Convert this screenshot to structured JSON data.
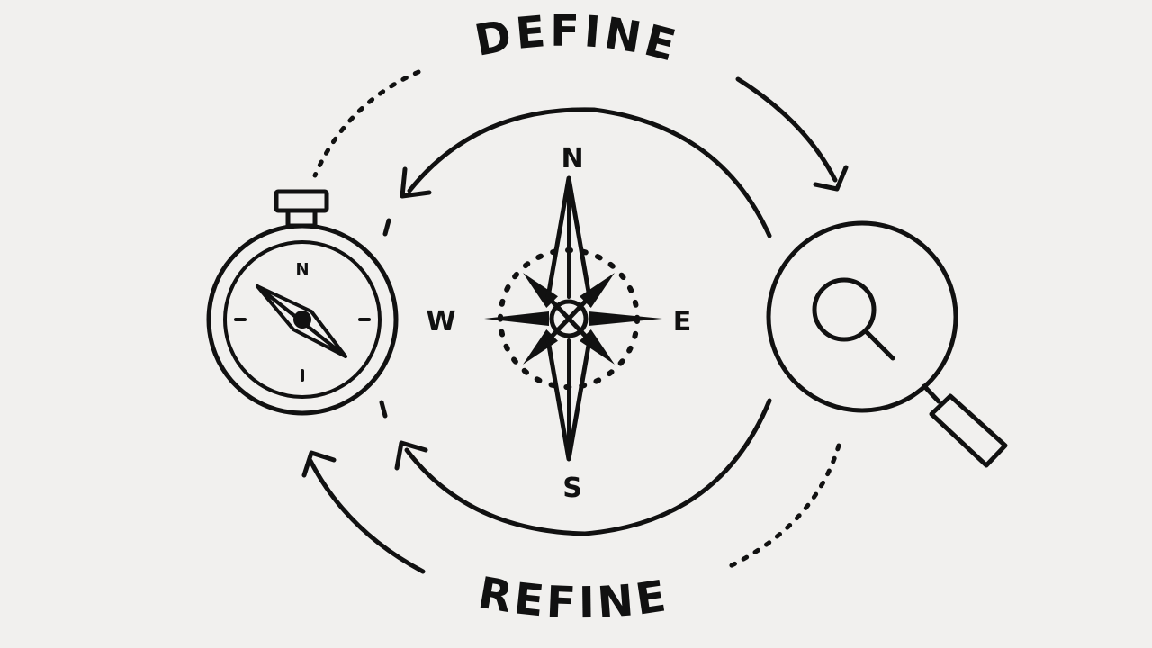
{
  "labels": {
    "top": "DEFINE",
    "bottom": "REFINE"
  },
  "compass_rose": {
    "north": "N",
    "south": "S",
    "east": "E",
    "west": "W"
  },
  "pocket_compass": {
    "north": "N"
  },
  "icons": [
    "pocket-compass-icon",
    "compass-rose-icon",
    "magnifier-icon"
  ],
  "colors": {
    "background": "#f1f0ee",
    "ink": "#111111"
  }
}
